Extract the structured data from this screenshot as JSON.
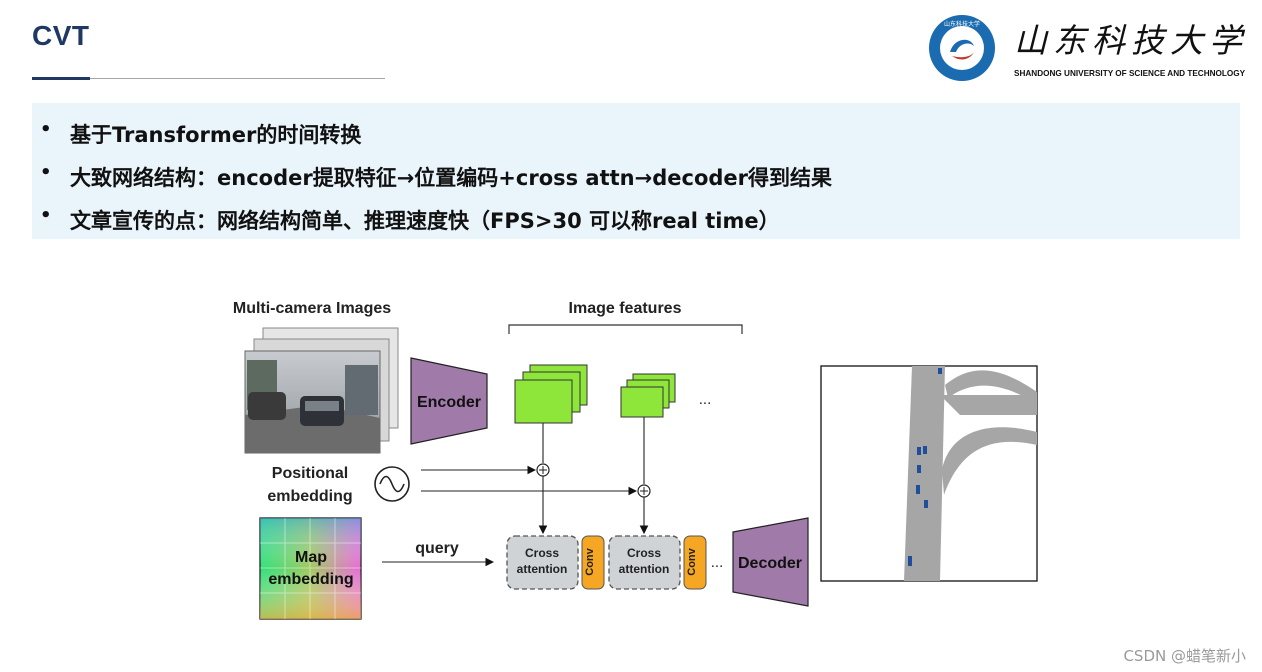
{
  "header": {
    "title": "CVT",
    "logo": {
      "chinese_name": "山东科技大学",
      "english_name": "SHANDONG UNIVERSITY OF SCIENCE AND TECHNOLOGY",
      "seal_text": "山东科技大学",
      "brand_color": "#1a6bb0"
    }
  },
  "bullets": [
    "基于Transformer的时间转换",
    "大致网络结构：encoder提取特征→位置编码+cross attn→decoder得到结果",
    "文章宣传的点：网络结构简单、推理速度快（FPS>30 可以称real time）"
  ],
  "bullet_symbol": "•",
  "diagram": {
    "multi_camera_label": "Multi-camera Images",
    "image_features_label": "Image features",
    "encoder_label": "Encoder",
    "positional_label_1": "Positional",
    "positional_label_2": "embedding",
    "map_label_1": "Map",
    "map_label_2": "embedding",
    "query_label": "query",
    "cross_label_1": "Cross",
    "cross_label_2": "attention",
    "conv_label": "Conv",
    "decoder_label": "Decoder",
    "ellipsis": "...",
    "colors": {
      "feature_green": "#8ee63b",
      "encoder_purple": "#a07aa8",
      "conv_orange": "#f5a623",
      "cross_gray": "#d0d3d6",
      "road_gray": "#a6a6a6",
      "vehicle_blue": "#1f4e9a"
    }
  },
  "watermark": "CSDN @蜡笔新小"
}
